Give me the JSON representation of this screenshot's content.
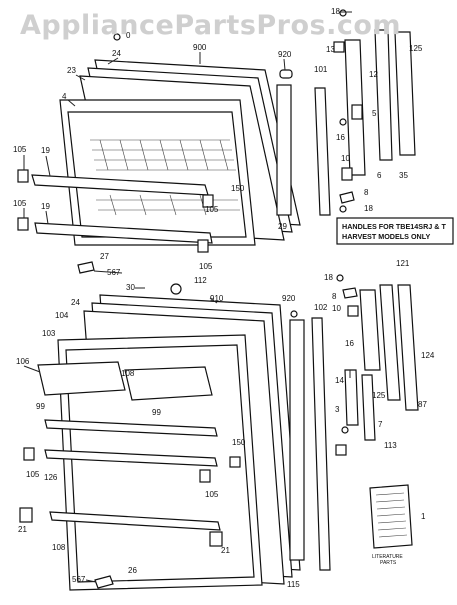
{
  "watermark": "AppliancePartsPros.com",
  "note": {
    "line1": "HANDLES FOR TBE14SRJ & T",
    "line2": "HARVEST MODELS ONLY"
  },
  "literature": {
    "line1": "LITERATURE",
    "line2": "PARTS"
  },
  "labels": {
    "l900": "900",
    "l920a": "920",
    "l24a": "24",
    "l23": "23",
    "l4": "4",
    "l0": "0",
    "l18a": "18",
    "l13": "13",
    "l12": "12",
    "l125a": "125",
    "l101": "101",
    "l16a": "16",
    "l5": "5",
    "l10a": "10",
    "l6": "6",
    "l35": "35",
    "l8a": "8",
    "l18b": "18",
    "l105a": "105",
    "l19a": "19",
    "l105b": "105",
    "l19b": "19",
    "l150a": "150",
    "l105c": "105",
    "l29": "29",
    "l27": "27",
    "l567a": "567",
    "l105d": "105",
    "l112": "112",
    "l30": "30",
    "l910": "910",
    "l920b": "920",
    "l24b": "24",
    "l104": "104",
    "l103": "103",
    "l102": "102",
    "l18c": "18",
    "l121": "121",
    "l8b": "8",
    "l10b": "10",
    "l106": "106",
    "l108a": "108",
    "l99a": "99",
    "l99b": "99",
    "l16b": "16",
    "l14": "14",
    "l125b": "125",
    "l124": "124",
    "l3": "3",
    "l87": "87",
    "l7": "7",
    "l113": "113",
    "l105e": "105",
    "l126": "126",
    "l150b": "150",
    "l105f": "105",
    "l21a": "21",
    "l108b": "108",
    "l21b": "21",
    "l1": "1",
    "l567b": "567",
    "l26": "26",
    "l115": "115"
  }
}
